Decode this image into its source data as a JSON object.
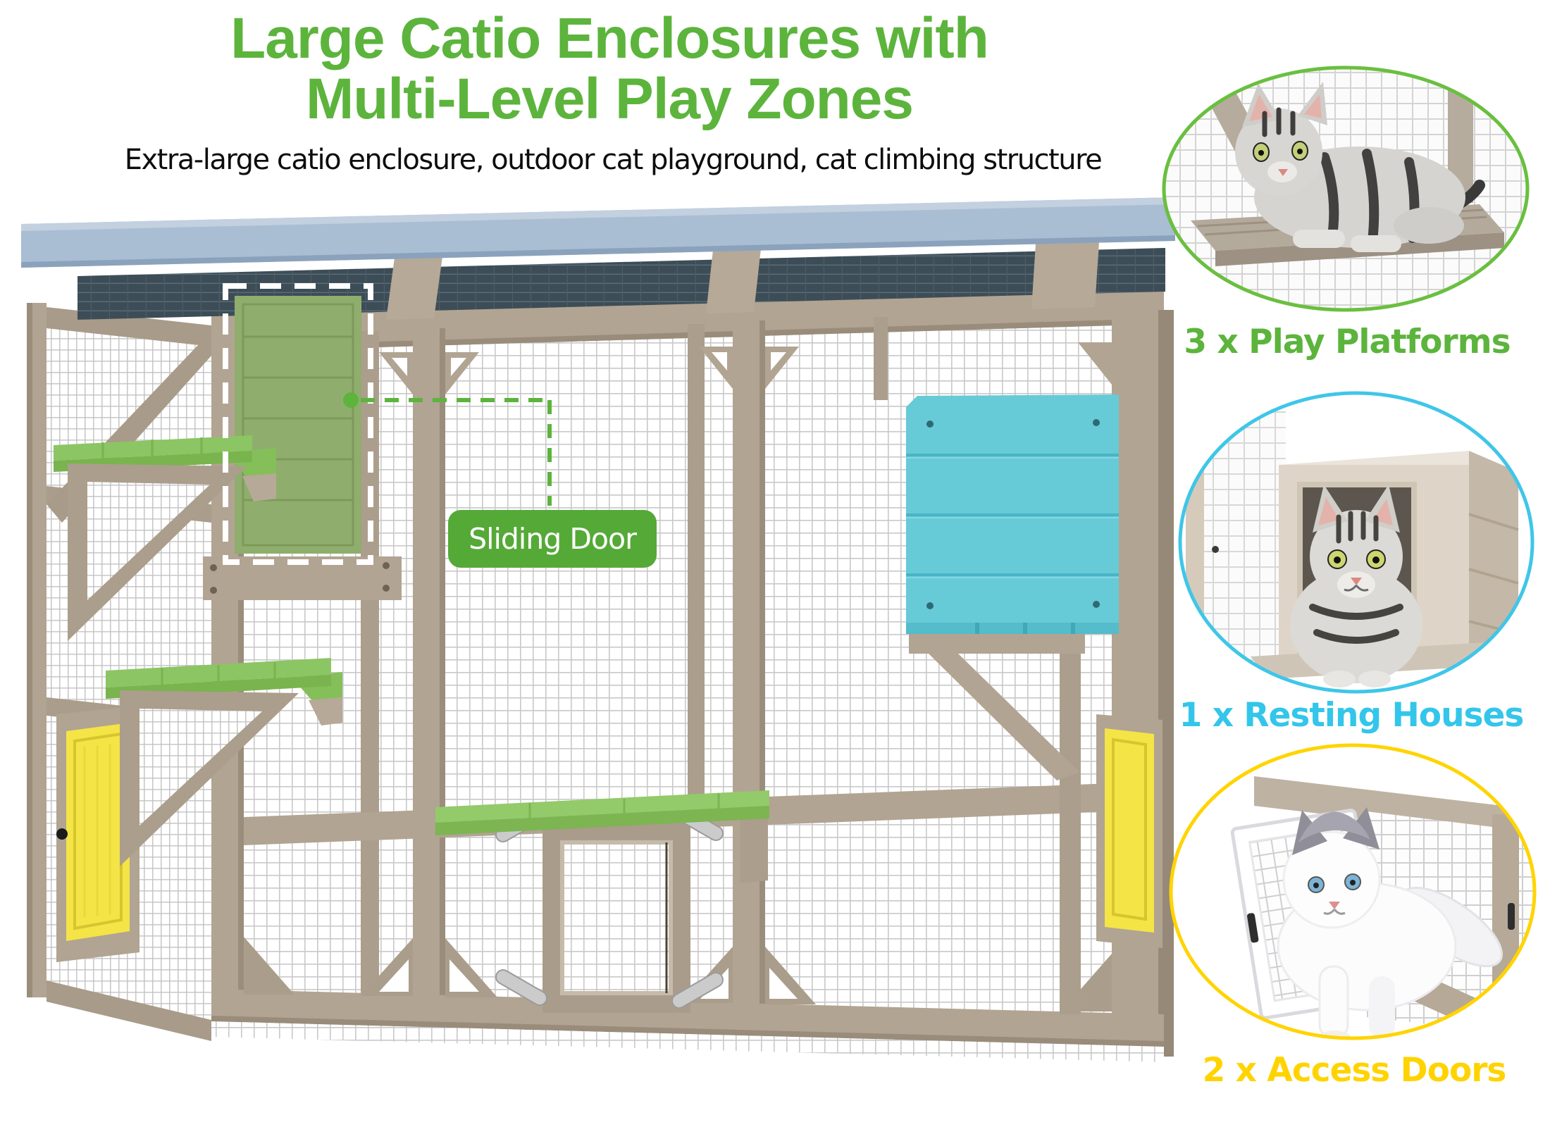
{
  "header": {
    "title_line1": "Large Catio Enclosures with",
    "title_line2": "Multi-Level Play Zones",
    "subtitle": "Extra-large catio enclosure, outdoor cat playground, cat climbing structure",
    "title_color": "#5cb43c"
  },
  "diagram": {
    "callout_label": "Sliding Door",
    "callout_bg": "#55a937",
    "highlight": "white dashed outline around green sliding door",
    "leader_color": "#5cb43c"
  },
  "features": [
    {
      "label": "3 x Play Platforms",
      "color": "#5cb43c",
      "photo": "tabby-cat-on-platform"
    },
    {
      "label": "1 x Resting Houses",
      "color": "#33c6ea",
      "photo": "tabby-cat-in-resting-house"
    },
    {
      "label": "2 x Access Doors",
      "color": "#ffd300",
      "photo": "white-cat-at-access-door"
    }
  ],
  "colors": {
    "frame_tan": "#b1a492",
    "roof_fascia_blue": "#a9bdd3",
    "roof_screen_dark": "#3d4d57",
    "sliding_door_green": "#8fae6d",
    "platform_green": "#8cc563",
    "resting_house_blue": "#67cad7",
    "access_door_yellow": "#f4e446",
    "mesh_line_gray": "#c9c9c9"
  }
}
